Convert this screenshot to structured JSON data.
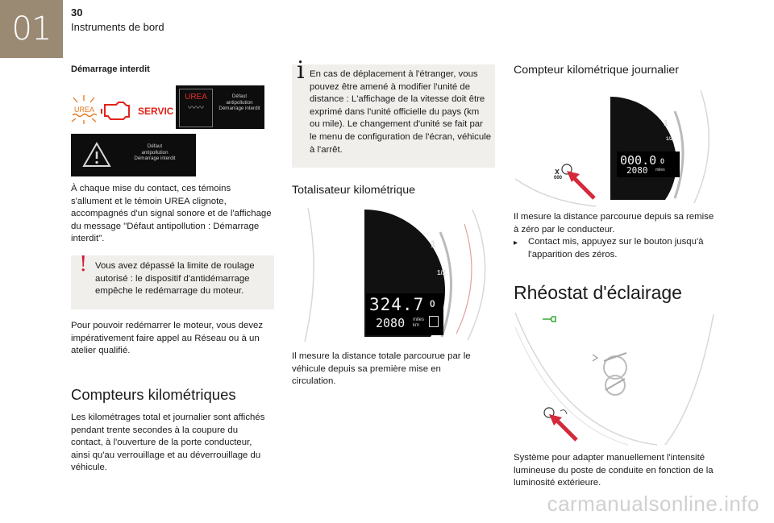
{
  "chapter": {
    "number": "01"
  },
  "header": {
    "page_number": "30",
    "section": "Instruments de bord"
  },
  "start_block": {
    "subtitle": "Démarrage interdit",
    "icons": {
      "urea": "UREA",
      "service": "SERVICE"
    },
    "panel1": {
      "urea_label": "UREA",
      "line1": "Défaut",
      "line2": "antipollution",
      "line3": "Démarrage interdit"
    },
    "panel2": {
      "line1": "Défaut",
      "line2": "antipollution",
      "line3": "Démarrage interdit"
    },
    "paragraph": "À chaque mise du contact, ces témoins s'allument et le témoin UREA clignote, accompagnés d'un signal sonore et de l'affichage du message \"Défaut antipollution : Démarrage interdit\".",
    "warning_callout": "Vous avez dépassé la limite de roulage autorisé : le dispositif d'antidémarrage empêche le redémarrage du moteur.",
    "paragraph2": "Pour pouvoir redémarrer le moteur, vous devez impérativement faire appel au Réseau ou à un atelier qualifié."
  },
  "counters": {
    "heading": "Compteurs kilométriques",
    "paragraph": "Les kilométrages total et journalier sont affichés pendant trente secondes à la coupure du contact, à l'ouverture de la porte conducteur, ainsi qu'au verrouillage et au déverrouillage du véhicule."
  },
  "info_callout": "En cas de déplacement à l'étranger, vous pouvez être amené à modifier l'unité de distance : L'affichage de la vitesse doit être exprimé dans l'unité officielle du pays (km ou mile). Le changement d'unité se fait par le menu de configuration de l'écran, véhicule à l'arrêt.",
  "total": {
    "heading": "Totalisateur kilométrique",
    "display": {
      "trip": "324.7",
      "total": "2080",
      "unit1": "miles",
      "unit2": "km",
      "scale_full": "1",
      "scale_half": "1/2",
      "scale_empty": "0"
    },
    "paragraph": "Il mesure la distance totale parcourue par le véhicule depuis sa première mise en circulation."
  },
  "trip": {
    "heading": "Compteur kilométrique journalier",
    "display": {
      "trip": "000.0",
      "total": "2080",
      "unit": "miles",
      "button_label": "000",
      "scale_full": "1",
      "scale_half": "1/2",
      "scale_empty": "0"
    },
    "paragraph": "Il mesure la distance parcourue depuis sa remise à zéro par le conducteur.",
    "bullet": "Contact mis, appuyez sur le bouton jusqu'à l'apparition des zéros."
  },
  "rheostat": {
    "heading": "Rhéostat d'éclairage",
    "paragraph": "Système pour adapter manuellement l'intensité lumineuse du poste de conduite en fonction de la luminosité extérieure."
  },
  "watermark": "carmanualsonline.info",
  "colors": {
    "chapter_tab": "#9a8a74",
    "service_red": "#e2231a",
    "urea_orange": "#e8771a",
    "highlight_green": "#3aa935",
    "arrow_red": "#d42a3a"
  }
}
